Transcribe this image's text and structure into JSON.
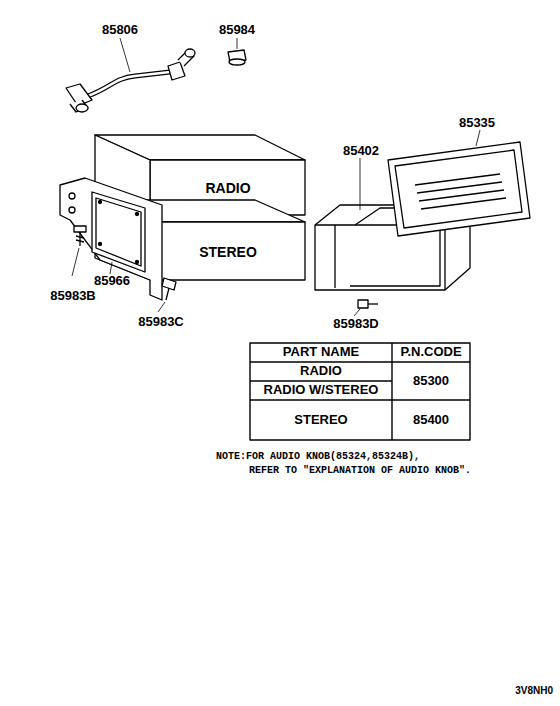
{
  "diagram": {
    "nodes": [
      {
        "text": [
          "RADIO"
        ]
      },
      {
        "text": [
          "STEREO"
        ]
      }
    ],
    "labels": [
      "85806",
      "85984",
      "85335",
      "85402",
      "85966",
      "85983B",
      "85983C",
      "85983D",
      "PART NAME",
      "P.N.CODE",
      "RADIO",
      "RADIO W/STEREO",
      "85300",
      "STEREO",
      "85400",
      "NOTE:FOR AUDIO KNOB(85324,85324B),",
      "REFER TO \"EXPLANATION OF AUDIO KNOB\".",
      "3V8NH0"
    ]
  }
}
